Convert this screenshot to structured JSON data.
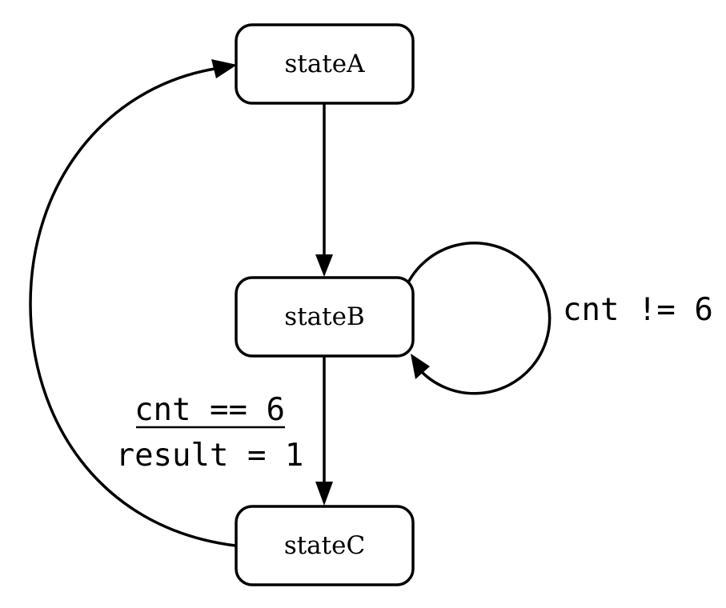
{
  "diagram": {
    "states": {
      "a": "stateA",
      "b": "stateB",
      "c": "stateC"
    },
    "transitions": {
      "b_self": {
        "label": "cnt != 6"
      },
      "b_to_c": {},
      "c_to_a": {
        "guard": "cnt == 6",
        "action": "result = 1"
      }
    },
    "colors": {
      "stroke": "#000000",
      "fill": "#ffffff"
    }
  }
}
